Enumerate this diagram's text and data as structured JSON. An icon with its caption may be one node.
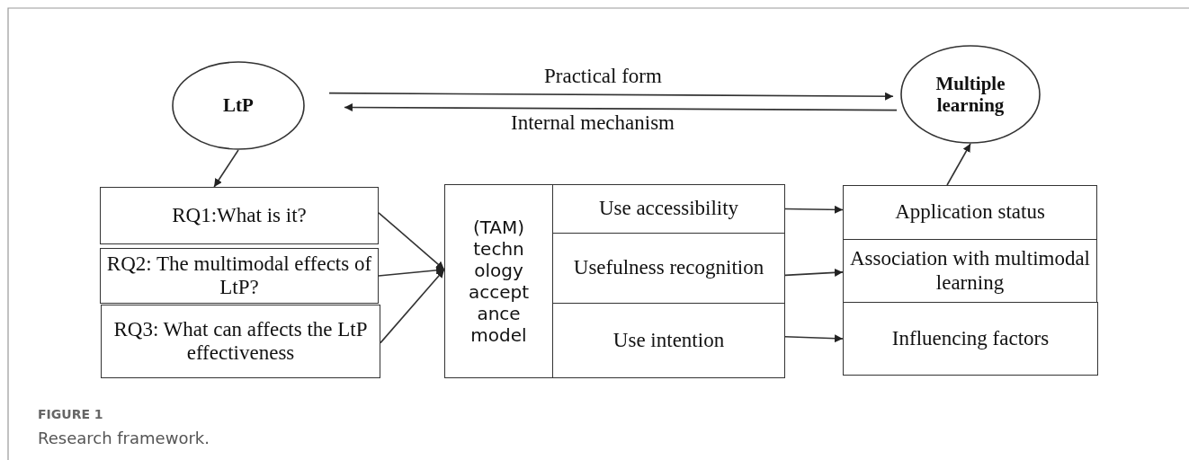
{
  "diagram": {
    "caption": "Research framework.",
    "nodes": [
      {
        "text": [
          "LtP"
        ]
      },
      {
        "text": [
          "Multiple learning"
        ]
      },
      {
        "text": [
          "RQ1:What is it?"
        ]
      },
      {
        "text": [
          "RQ2: The multimodal effects of LtP?"
        ]
      },
      {
        "text": [
          "RQ3: What can affects the LtP effectiveness"
        ]
      },
      {
        "text": [
          "(TAM) techn ology accept ance model"
        ]
      },
      {
        "text": [
          "Use accessibility"
        ]
      },
      {
        "text": [
          "Usefulness recognition"
        ]
      },
      {
        "text": [
          "Use intention"
        ]
      },
      {
        "text": [
          "Application status"
        ]
      },
      {
        "text": [
          "Association with multimodal learning"
        ]
      },
      {
        "text": [
          "Influencing factors"
        ]
      }
    ],
    "edges": [
      {
        "from": 0,
        "to": 1,
        "arrow": "to",
        "label": "Practical form"
      },
      {
        "from": 1,
        "to": 0,
        "arrow": "to",
        "label": "Internal mechanism"
      },
      {
        "from": 0,
        "to": 2,
        "arrow": "to"
      },
      {
        "from": 2,
        "to": 5,
        "arrow": "to"
      },
      {
        "from": 3,
        "to": 5,
        "arrow": "to"
      },
      {
        "from": 4,
        "to": 5,
        "arrow": "to"
      },
      {
        "from": 6,
        "to": 9,
        "arrow": "to"
      },
      {
        "from": 7,
        "to": 10,
        "arrow": "to"
      },
      {
        "from": 8,
        "to": 11,
        "arrow": "to"
      },
      {
        "from": 9,
        "to": 1,
        "arrow": "to"
      }
    ],
    "labels": [
      "FIGURE 1"
    ]
  }
}
